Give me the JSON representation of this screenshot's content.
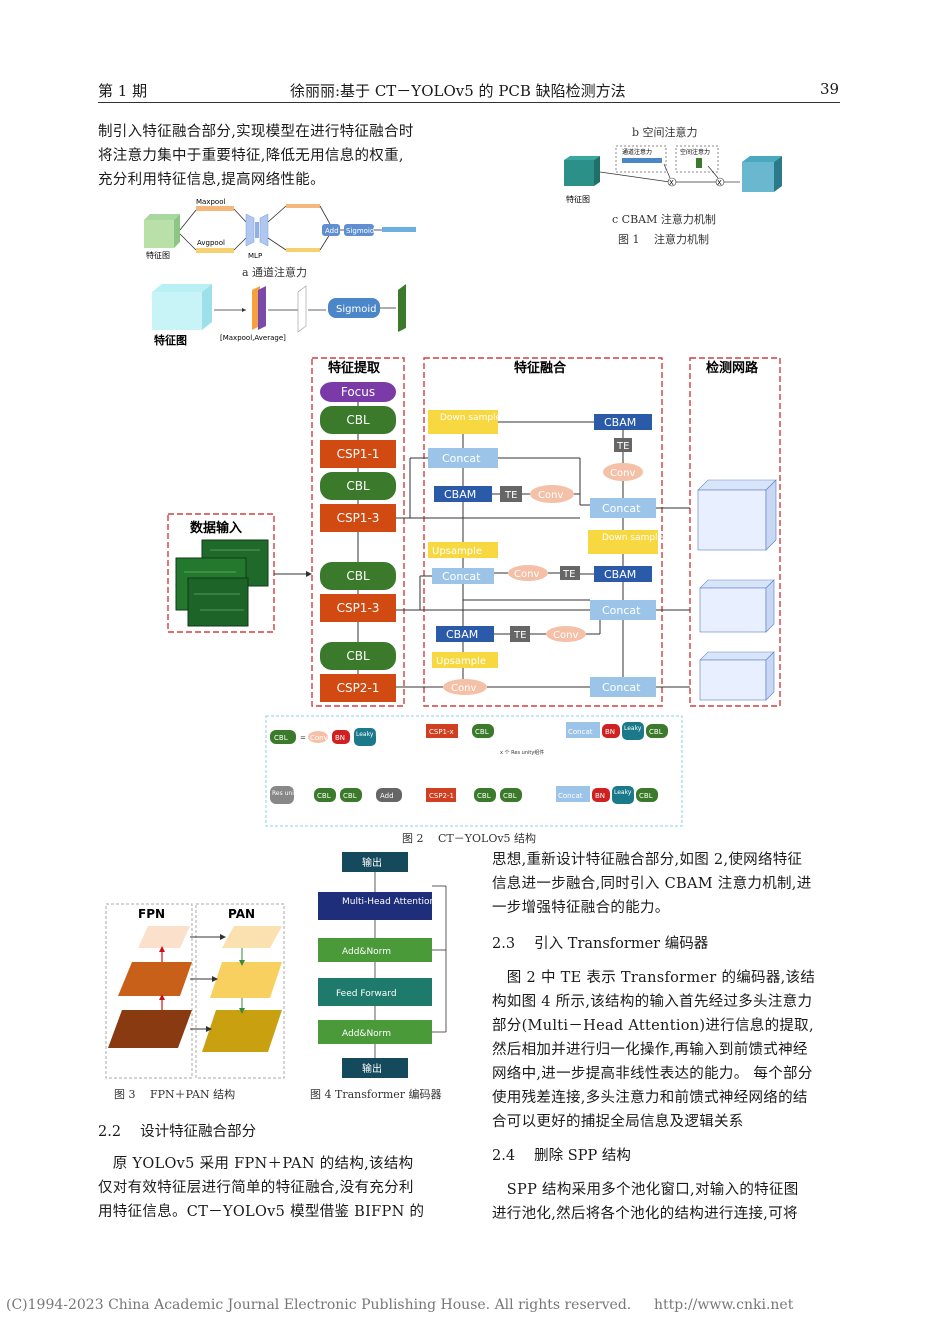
{
  "header": {
    "issue": "第 1 期",
    "title": "徐丽丽:基于 CT－YOLOv5 的 PCB 缺陷检测方法",
    "page": "39"
  },
  "left_intro": [
    "制引入特征融合部分,实现模型在进行特征融合时",
    "将注意力集中于重要特征,降低无用信息的权重,",
    "充分利用特征信息,提高网络性能。"
  ],
  "fig1": {
    "channel": {
      "maxpool": "Maxpool",
      "avgpool": "Avgpool",
      "mlp": "MLP",
      "add": "Add",
      "sigmoid": "Sigmoid",
      "feature": "特征图",
      "caption": "a 通道注意力"
    },
    "spatial": {
      "feature": "特征图",
      "pool": "[Maxpool,Average]",
      "sigmoid": "Sigmoid",
      "caption": "b 空间注意力"
    },
    "cbam": {
      "channel_label": "通道注意力",
      "spatial_label": "空间注意力",
      "x1": "X",
      "x2": "X",
      "feature": "特征图",
      "caption": "c CBAM 注意力机制"
    },
    "caption": "图 1　 注意力机制"
  },
  "fig2": {
    "sections": {
      "backbone": "特征提取",
      "neck": "特征融合",
      "head": "检测网路",
      "input": "数据输入"
    },
    "backbone_blocks": [
      "Focus",
      "CBL",
      "CSP1-1",
      "CBL",
      "CSP1-3",
      "CBL",
      "CSP1-3",
      "CBL",
      "CSP2-1"
    ],
    "neck": {
      "down1": "Down sample",
      "cbam_a": "CBAM",
      "te_a": "TE",
      "conv_a": "Conv",
      "concat_a": "Concat",
      "cbam_b": "CBAM",
      "te_b": "TE",
      "conv_b": "Conv",
      "concat_b": "Concat",
      "down2": "Down sample",
      "upsample1": "Upsample",
      "concat_c": "Concat",
      "conv_c": "Conv",
      "te_c": "TE",
      "cbam_c": "CBAM",
      "concat_d": "Concat",
      "cbam_d": "CBAM",
      "te_d": "TE",
      "conv_d": "Conv",
      "upsample2": "Upsample",
      "conv_e": "Conv",
      "concat_e": "Concat"
    },
    "legend": {
      "cbl": "CBL",
      "eq": "=",
      "conv": "Conv",
      "bn": "BN",
      "leaky": "Leaky relu",
      "res": "Res unity",
      "add": "Add",
      "csp1": "CSP1-x",
      "csp2": "CSP2-1",
      "concat": "Concat",
      "res_note": "x 个 Res unity组件"
    },
    "caption": "图 2　 CT－YOLOv5 结构"
  },
  "fig3": {
    "fpn": "FPN",
    "pan": "PAN",
    "caption": "图 3　 FPN＋PAN 结构"
  },
  "fig4": {
    "blocks": [
      "输出",
      "Multi-Head Attention",
      "Add&Norm",
      "Feed Forward",
      "Add&Norm",
      "输出"
    ],
    "caption": "图 4 Transformer 编码器"
  },
  "right_col": {
    "p1": [
      "思想,重新设计特征融合部分,如图 2,使网络特征",
      "信息进一步融合,同时引入 CBAM 注意力机制,进",
      "一步增强特征融合的能力。"
    ],
    "sec23": "2.3　 引入 Transformer 编码器",
    "p2": [
      "　图 2 中 TE 表示 Transformer 的编码器,该结",
      "构如图 4 所示,该结构的输入首先经过多头注意力",
      "部分(Multi－Head Attention)进行信息的提取,",
      "然后相加并进行归一化操作,再输入到前馈式神经",
      "网络中,进一步提高非线性表达的能力。 每个部分",
      "使用残差连接,多头注意力和前馈式神经网络的结",
      "合可以更好的捕捉全局信息及逻辑关系"
    ],
    "sec24": "2.4　 删除 SPP 结构",
    "p3": [
      "　SPP 结构采用多个池化窗口,对输入的特征图",
      "进行池化,然后将各个池化的结构进行连接,可将"
    ]
  },
  "left_col": {
    "sec22": "2.2　 设计特征融合部分",
    "p1": [
      "　原 YOLOv5 采用 FPN＋PAN 的结构,该结构",
      "仅对有效特征层进行简单的特征融合,没有充分利",
      "用特征信息。CT－YOLOv5 模型借鉴 BIFPN 的"
    ]
  },
  "footer": {
    "copyright": "(C)1994-2023 China Academic Journal Electronic Publishing House. All rights reserved.",
    "url": "http://www.cnki.net"
  }
}
